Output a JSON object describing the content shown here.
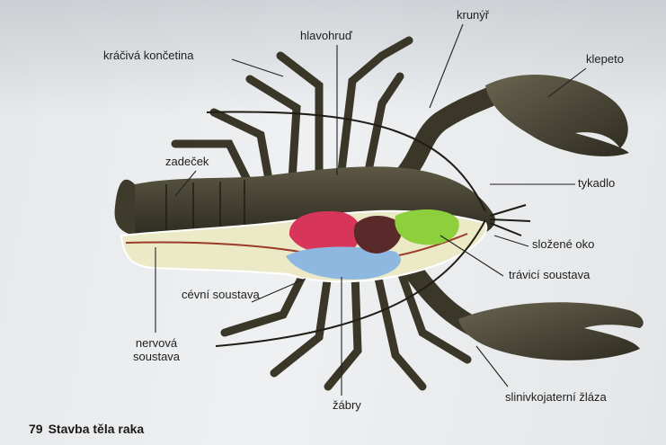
{
  "labels": {
    "kraciva_koncetina": "kráčivá končetina",
    "hlavohrud": "hlavohruď",
    "krunyr": "krunýř",
    "klepeto": "klepeto",
    "zadecek": "zadeček",
    "tykadlo": "tykadlo",
    "slozene_oko": "složené oko",
    "travici_soustava": "trávicí soustava",
    "cevni_soustava": "cévní soustava",
    "nervova_line1": "nervová",
    "nervova_line2": "soustava",
    "zabry": "žábry",
    "slinivkojaterni_zlaza": "slinivkojaterní žláza"
  },
  "caption": {
    "number": "79",
    "text": "Stavba těla raka"
  },
  "colors": {
    "shell": "#4a4636",
    "shell_dark": "#2f2c22",
    "abdomen_inner": "#ece9c6",
    "heart": "#d8355a",
    "gills": "#8fb8e0",
    "digestive": "#8dcf3c",
    "liver": "#5a2a2a"
  }
}
